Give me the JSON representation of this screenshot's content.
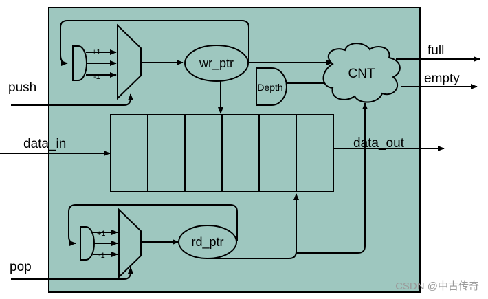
{
  "diagram": {
    "colors": {
      "block_fill": "#9ec7bf",
      "stroke": "#000000",
      "watermark": "#9a9a9a"
    },
    "inputs": {
      "push": "push",
      "data_in": "data_in",
      "pop": "pop"
    },
    "outputs": {
      "full": "full",
      "empty": "empty",
      "data_out": "data_out"
    },
    "blocks": {
      "wr_ptr": "wr_ptr",
      "rd_ptr": "rd_ptr",
      "cnt": "CNT",
      "depth": "Depth",
      "write_adder_top": "+1",
      "write_adder_bottom": "-1",
      "read_adder_top": "+1",
      "read_adder_bottom": "-1"
    },
    "memory_cells": 6,
    "watermark": "CSDN @中古传奇"
  }
}
